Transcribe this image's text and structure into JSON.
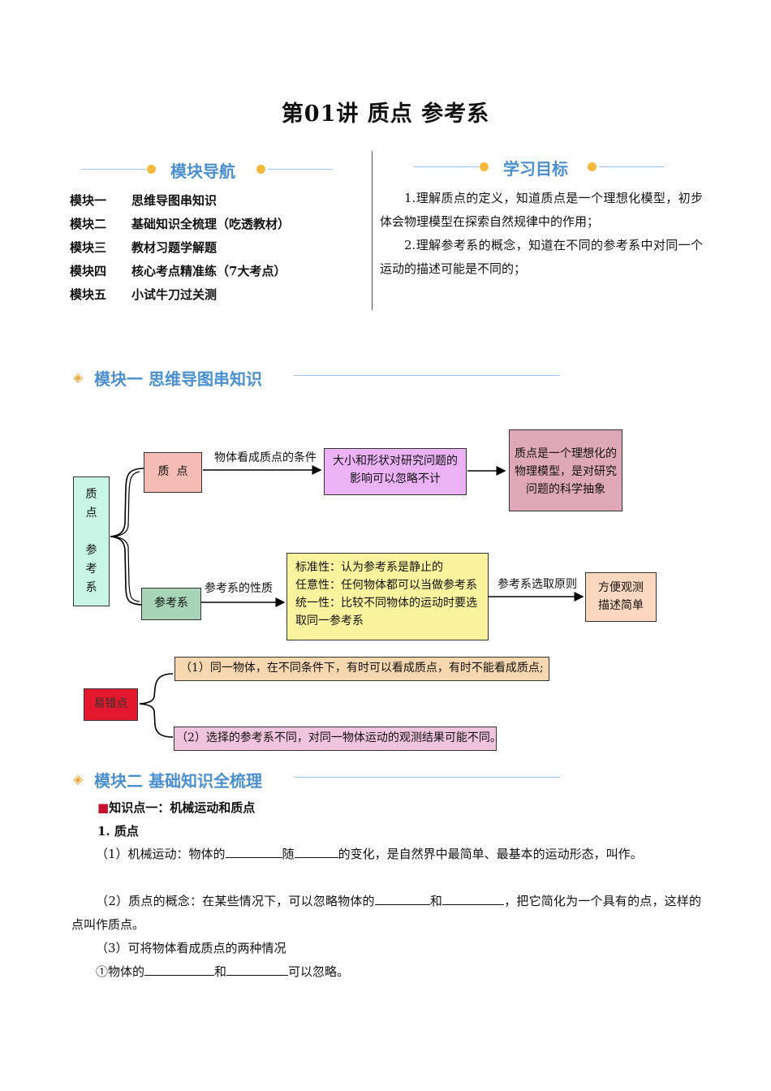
{
  "title": "第01讲  质点  参考系",
  "nav": {
    "heading": "模块导航",
    "items": [
      {
        "module": "模块一",
        "text": "思维导图串知识"
      },
      {
        "module": "模块二",
        "text": "基础知识全梳理（吃透教材）"
      },
      {
        "module": "模块三",
        "text": "教材习题学解题"
      },
      {
        "module": "模块四",
        "text": "核心考点精准练（7大考点）"
      },
      {
        "module": "模块五",
        "text": "小试牛刀过关测"
      }
    ]
  },
  "goals": {
    "heading": "学习目标",
    "items": [
      "1.理解质点的定义，知道质点是一个理想化模型，初步体会物理模型在探索自然规律中的作用；",
      "2.理解参考系的概念，知道在不同的参考系中对同一个运动的描述可能是不同的；"
    ]
  },
  "module1": {
    "heading": "模块一  思维导图串知识",
    "mindmap": {
      "root": "质\n点\n\n参\n考\n系",
      "zhidian": "质  点",
      "cond_label": "物体看成质点的条件",
      "cond_box": "大小和形状对研究问题的影响可以忽略不计",
      "ideal_box": "质点是一个理想化的物理模型，是对研究问题的科学抽象",
      "cankaoxi": "参考系",
      "prop_label": "参考系的性质",
      "props": [
        "标准性：认为参考系是静止的",
        "任意性：任何物体都可以当做参考系",
        "统一性：比较不同物体的运动时要选取同一参考系"
      ],
      "choose_label": "参考系选取原则",
      "choose_box": "方便观测描述简单",
      "mistake": "易错点",
      "mistake1": "（1）同一物体，在不同条件下，有时可以看成质点，有时不能看成质点;",
      "mistake2": "（2）选择的参考系不同，对同一物体运动的观测结果可能不同。"
    }
  },
  "module2": {
    "heading": "模块二  基础知识全梳理",
    "kp_title": "知识点一：机械运动和质点",
    "sub1": "1. 质点",
    "p1a": "（1）机械运动：物体的",
    "p1b": "随",
    "p1c": "的变化，是自然界中最简单、最基本的运动形态，叫作",
    "p1d": "。",
    "p2a": "（2）质点的概念：在某些情况下，可以忽略物体的",
    "p2b": "和",
    "p2c": "，把它简化为一个具有",
    "p2d": "的点，这样的点叫作质点。",
    "p3": "（3）可将物体看成质点的两种情况",
    "p4a": "①物体的",
    "p4b": "和",
    "p4c": "可以忽略。"
  },
  "colors": {
    "accent": "#4a8fd0",
    "orange_dot": "#f5b93b",
    "root_box": "#c8f5e6",
    "zhidian_box": "#f5bcb5",
    "cond_box": "#ebb2f5",
    "ideal_box": "#dfa8b8",
    "cankaoxi_box": "#a8d4b8",
    "props_box": "#fbf49e",
    "choose_box": "#fcd8c0",
    "mistake_box": "#e3182c",
    "mistake1_box": "#f7d7b0",
    "mistake2_box": "#f0c4dd"
  }
}
